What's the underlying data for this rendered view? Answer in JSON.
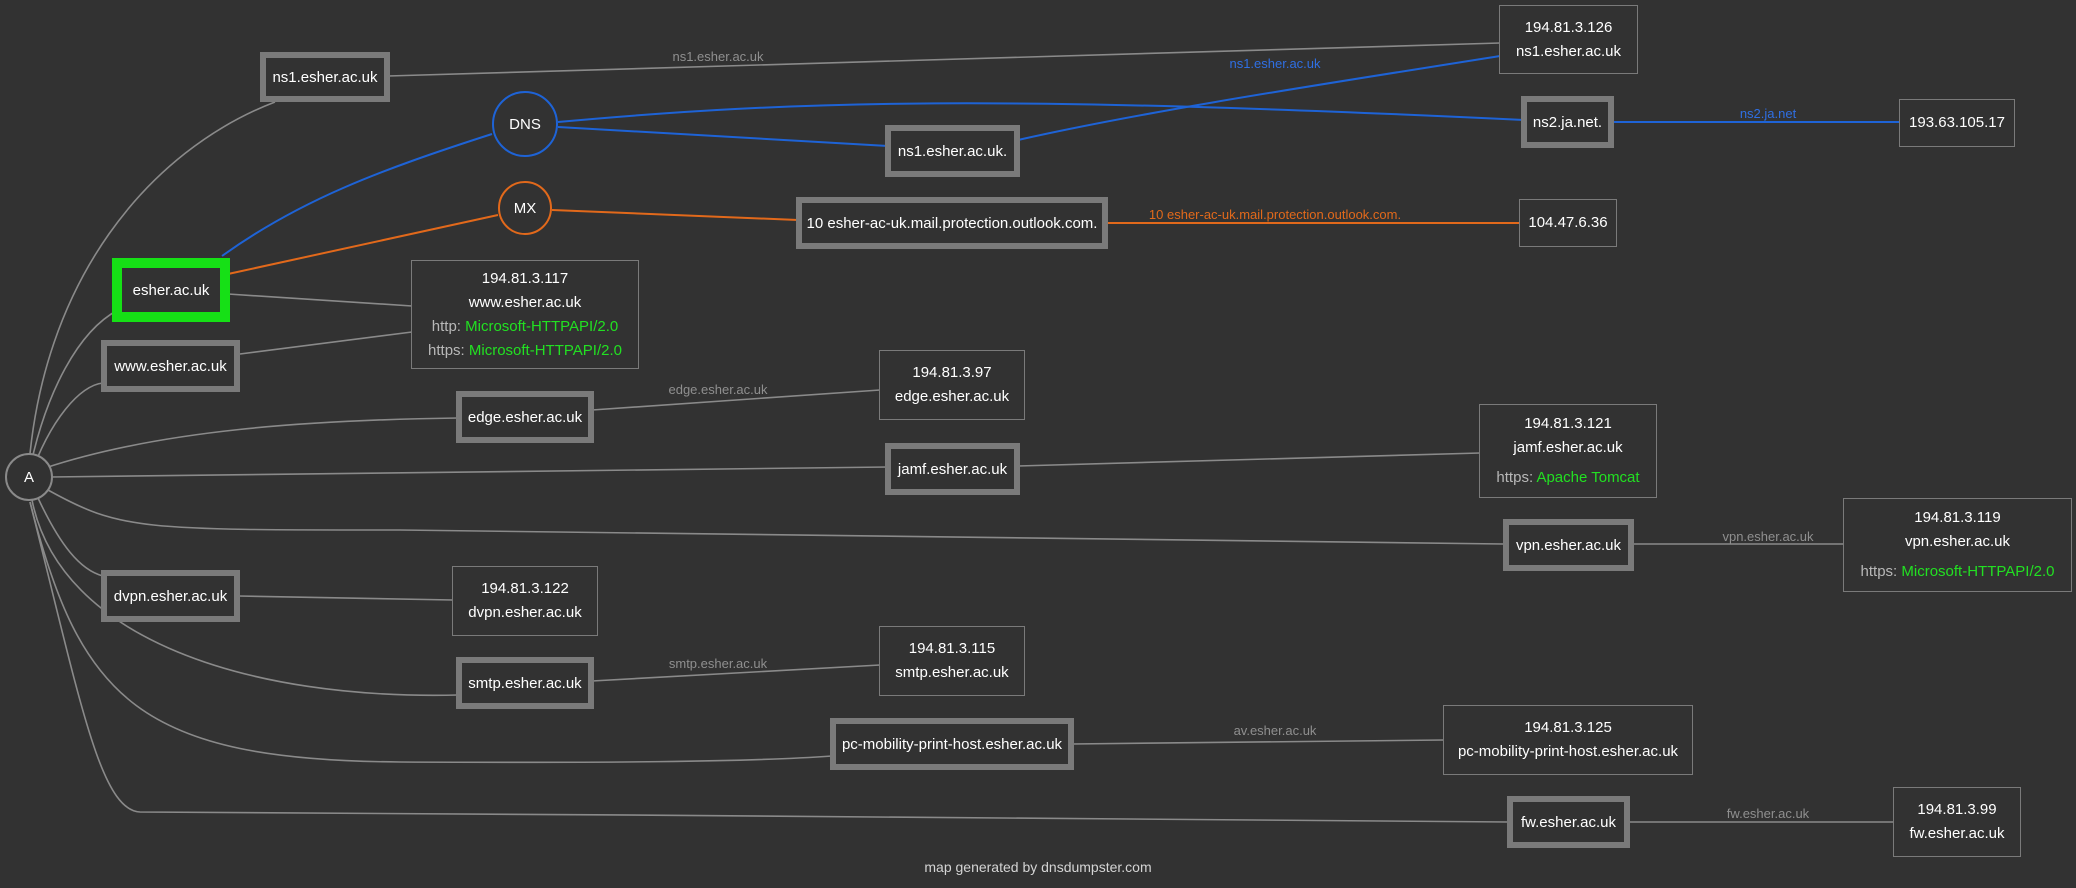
{
  "root": {
    "label": "A"
  },
  "types": {
    "dns": "DNS",
    "mx": "MX"
  },
  "hosts": {
    "main": "esher.ac.uk",
    "ns1": "ns1.esher.ac.uk",
    "www": "www.esher.ac.uk",
    "edge": "edge.esher.ac.uk",
    "jamf": "jamf.esher.ac.uk",
    "vpn": "vpn.esher.ac.uk",
    "dvpn": "dvpn.esher.ac.uk",
    "smtp": "smtp.esher.ac.uk",
    "pc": "pc-mobility-print-host.esher.ac.uk",
    "fw": "fw.esher.ac.uk",
    "ns1dot": "ns1.esher.ac.uk.",
    "ns2": "ns2.ja.net.",
    "mx10": "10 esher-ac-uk.mail.protection.outlook.com."
  },
  "ips": {
    "ns1": {
      "ip": "194.81.3.126",
      "name": "ns1.esher.ac.uk"
    },
    "ns2": {
      "ip": "193.63.105.17"
    },
    "mx": {
      "ip": "104.47.6.36"
    },
    "www": {
      "ip": "194.81.3.117",
      "name": "www.esher.ac.uk",
      "http_label": "http:",
      "http_server": "Microsoft-HTTPAPI/2.0",
      "https_label": "https:",
      "https_server": "Microsoft-HTTPAPI/2.0"
    },
    "edge": {
      "ip": "194.81.3.97",
      "name": "edge.esher.ac.uk"
    },
    "jamf": {
      "ip": "194.81.3.121",
      "name": "jamf.esher.ac.uk",
      "https_label": "https:",
      "https_server": "Apache Tomcat"
    },
    "vpn": {
      "ip": "194.81.3.119",
      "name": "vpn.esher.ac.uk",
      "https_label": "https:",
      "https_server": "Microsoft-HTTPAPI/2.0"
    },
    "dvpn": {
      "ip": "194.81.3.122",
      "name": "dvpn.esher.ac.uk"
    },
    "smtp": {
      "ip": "194.81.3.115",
      "name": "smtp.esher.ac.uk"
    },
    "pc": {
      "ip": "194.81.3.125",
      "name": "pc-mobility-print-host.esher.ac.uk"
    },
    "fw": {
      "ip": "194.81.3.99",
      "name": "fw.esher.ac.uk"
    }
  },
  "edge_labels": {
    "ns1": "ns1.esher.ac.uk",
    "ns1_blue": "ns1.esher.ac.uk",
    "ns2": "ns2.ja.net",
    "mx": "10 esher-ac-uk.mail.protection.outlook.com.",
    "edge": "edge.esher.ac.uk",
    "vpn": "vpn.esher.ac.uk",
    "smtp": "smtp.esher.ac.uk",
    "pc": "av.esher.ac.uk",
    "fw": "fw.esher.ac.uk"
  },
  "colors": {
    "background": "#323232",
    "main_highlight": "#16e016",
    "dns": "#1e63d6",
    "mx": "#e2691b",
    "server": "#22e022"
  },
  "footer": "map generated by dnsdumpster.com"
}
